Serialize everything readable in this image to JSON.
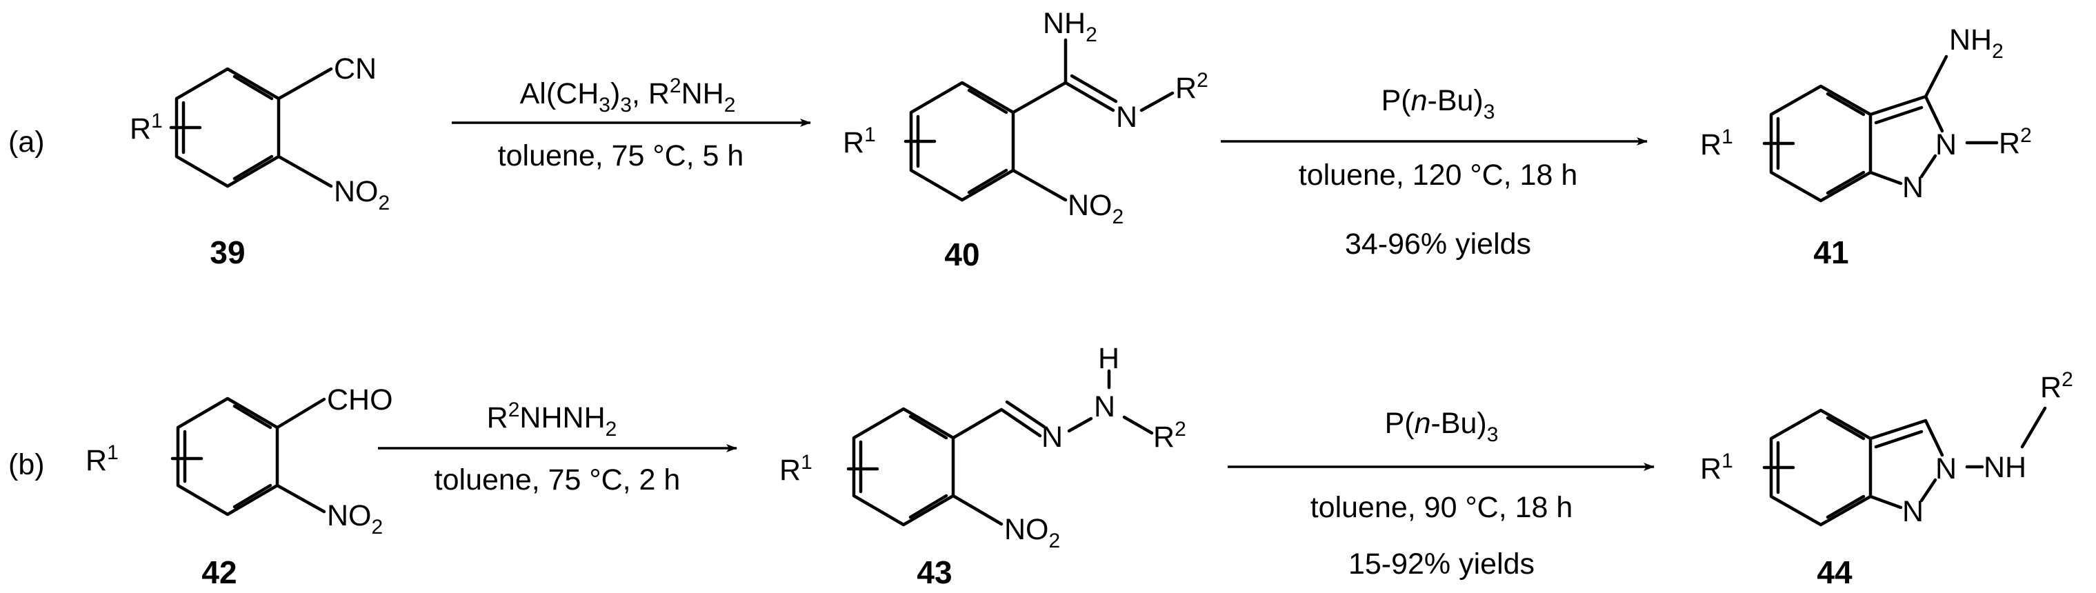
{
  "scheme": {
    "a": {
      "tag": "(a)",
      "compound_39": {
        "number": "39",
        "r1": "R",
        "r1_sup": "1",
        "cn": "CN",
        "no2": "NO",
        "no2_sub": "2"
      },
      "step1": {
        "above": {
          "p1": "Al(CH",
          "p1_sub": "3",
          "p2": ")",
          "p2_sub": "3",
          "p3": ", R",
          "p3_sup": "2",
          "p4": "NH",
          "p4_sub": "2"
        },
        "below": "toluene, 75 °C, 5 h"
      },
      "compound_40": {
        "number": "40",
        "r1": "R",
        "r1_sup": "1",
        "nh2": "NH",
        "nh2_sub": "2",
        "n": "N",
        "r2": "R",
        "r2_sup": "2",
        "no2": "NO",
        "no2_sub": "2"
      },
      "step2": {
        "above": {
          "p1": "P(",
          "p2": "n",
          "p3": "-Bu)",
          "p3_sub": "3"
        },
        "below": "toluene, 120 °C, 18 h",
        "yields": "34-96% yields"
      },
      "compound_41": {
        "number": "41",
        "r1": "R",
        "r1_sup": "1",
        "nh2": "NH",
        "nh2_sub": "2",
        "n2": "N",
        "n1": "N",
        "r2": "R",
        "r2_sup": "2"
      }
    },
    "b": {
      "tag": "(b)",
      "compound_42": {
        "number": "42",
        "r1": "R",
        "r1_sup": "1",
        "cho": "CHO",
        "no2": "NO",
        "no2_sub": "2"
      },
      "step1": {
        "above": {
          "p1": "R",
          "p1_sup": "2",
          "p2": "NHNH",
          "p2_sub": "2"
        },
        "below": "toluene, 75 °C, 2 h"
      },
      "compound_43": {
        "number": "43",
        "r1": "R",
        "r1_sup": "1",
        "n": "N",
        "nh_n": "N",
        "h": "H",
        "r2": "R",
        "r2_sup": "2",
        "no2": "NO",
        "no2_sub": "2"
      },
      "step2": {
        "above": {
          "p1": "P(",
          "p2": "n",
          "p3": "-Bu)",
          "p3_sub": "3"
        },
        "below": "toluene, 90 °C, 18 h",
        "yields": "15-92% yields"
      },
      "compound_44": {
        "number": "44",
        "r1": "R",
        "r1_sup": "1",
        "n2": "N",
        "n1": "N",
        "nh": "NH",
        "r2": "R",
        "r2_sup": "2"
      }
    }
  }
}
